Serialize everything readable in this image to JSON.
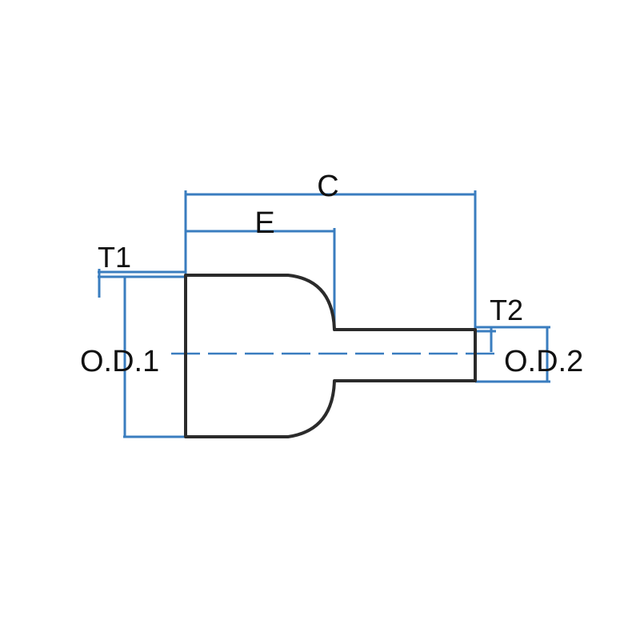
{
  "labels": {
    "c": "C",
    "e": "E",
    "t1": "T1",
    "t2": "T2",
    "od1": "O.D.1",
    "od2": "O.D.2"
  },
  "colors": {
    "outline": "#2b2b2b",
    "dimension": "#3a7dbf",
    "background": "#ffffff"
  }
}
